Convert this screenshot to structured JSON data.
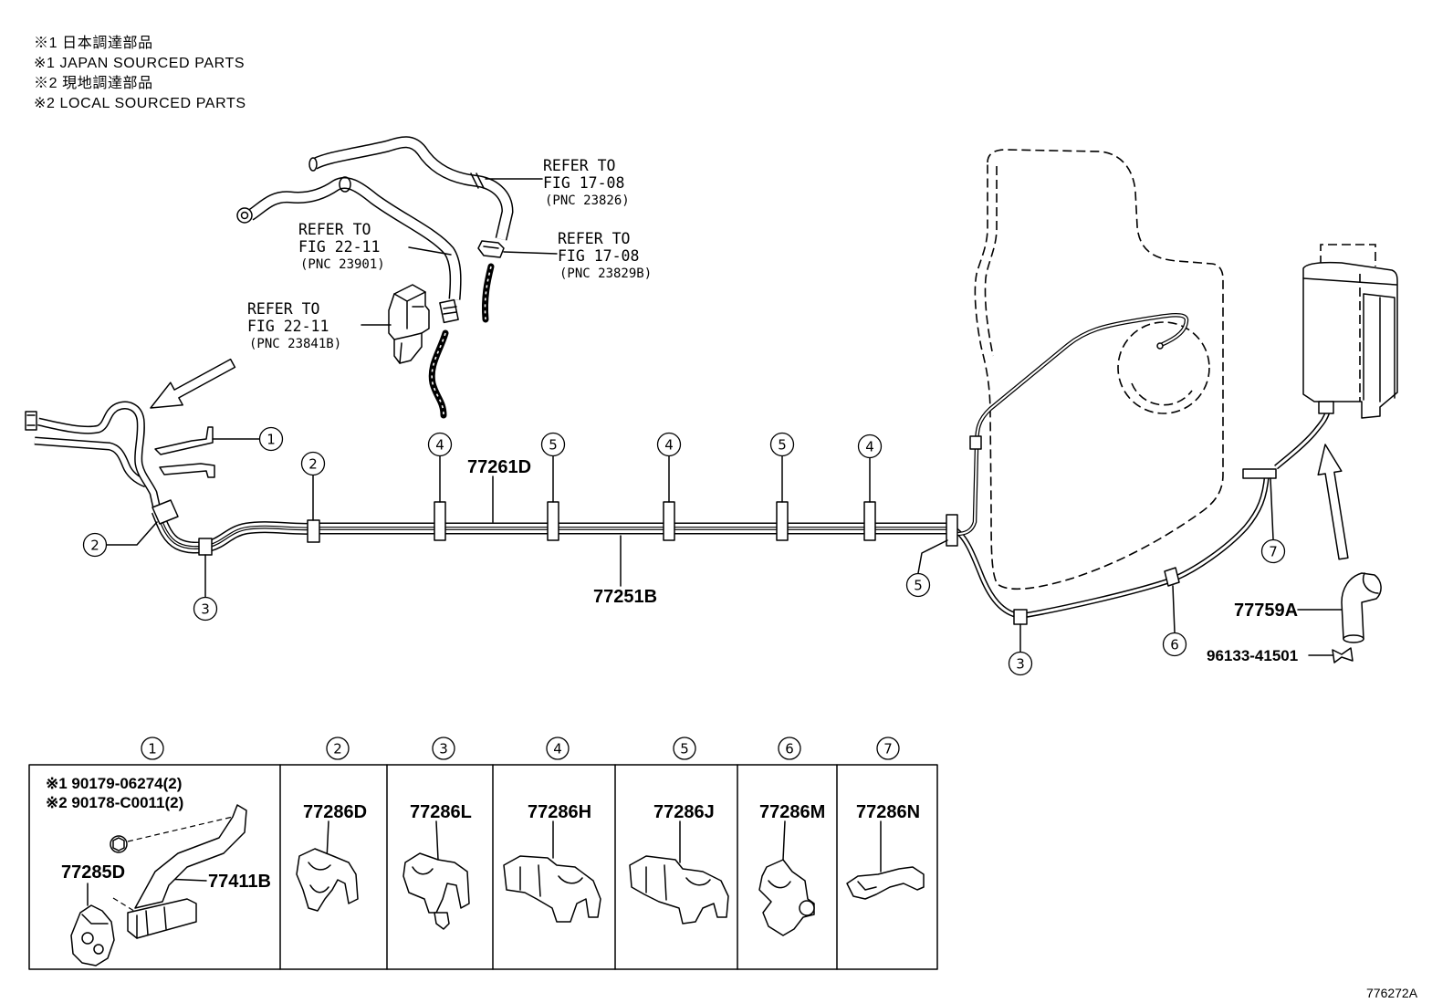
{
  "notes": [
    "※1 日本調達部品",
    "※1 JAPAN SOURCED PARTS",
    "※2 現地調達部品",
    "※2 LOCAL SOURCED PARTS"
  ],
  "refer_labels": [
    {
      "line1": "REFER TO",
      "line2": "FIG 17-08",
      "line3": "(PNC 23826)"
    },
    {
      "line1": "REFER TO",
      "line2": "FIG 17-08",
      "line3": "(PNC 23829B)"
    },
    {
      "line1": "REFER TO",
      "line2": "FIG 22-11",
      "line3": "(PNC 23901)"
    },
    {
      "line1": "REFER TO",
      "line2": "FIG 22-11",
      "line3": "(PNC 23841B)"
    }
  ],
  "parts": {
    "tube_upper": "77261D",
    "tube_lower": "77251B",
    "hose": "77759A",
    "clamp": "96133-41501"
  },
  "callouts": [
    "1",
    "2",
    "2",
    "3",
    "4",
    "5",
    "4",
    "5",
    "4",
    "5",
    "3",
    "6",
    "7"
  ],
  "detail_table": {
    "headers": [
      "1",
      "2",
      "3",
      "4",
      "5",
      "6",
      "7"
    ],
    "panel1": {
      "bolt_japan": "※1 90179-06274(2)",
      "bolt_local": "※2 90178-C0011(2)",
      "clamp": "77285D",
      "bracket": "77411B"
    },
    "panels": [
      "77286D",
      "77286L",
      "77286H",
      "77286J",
      "77286M",
      "77286N"
    ]
  },
  "figure_id": "776272A"
}
